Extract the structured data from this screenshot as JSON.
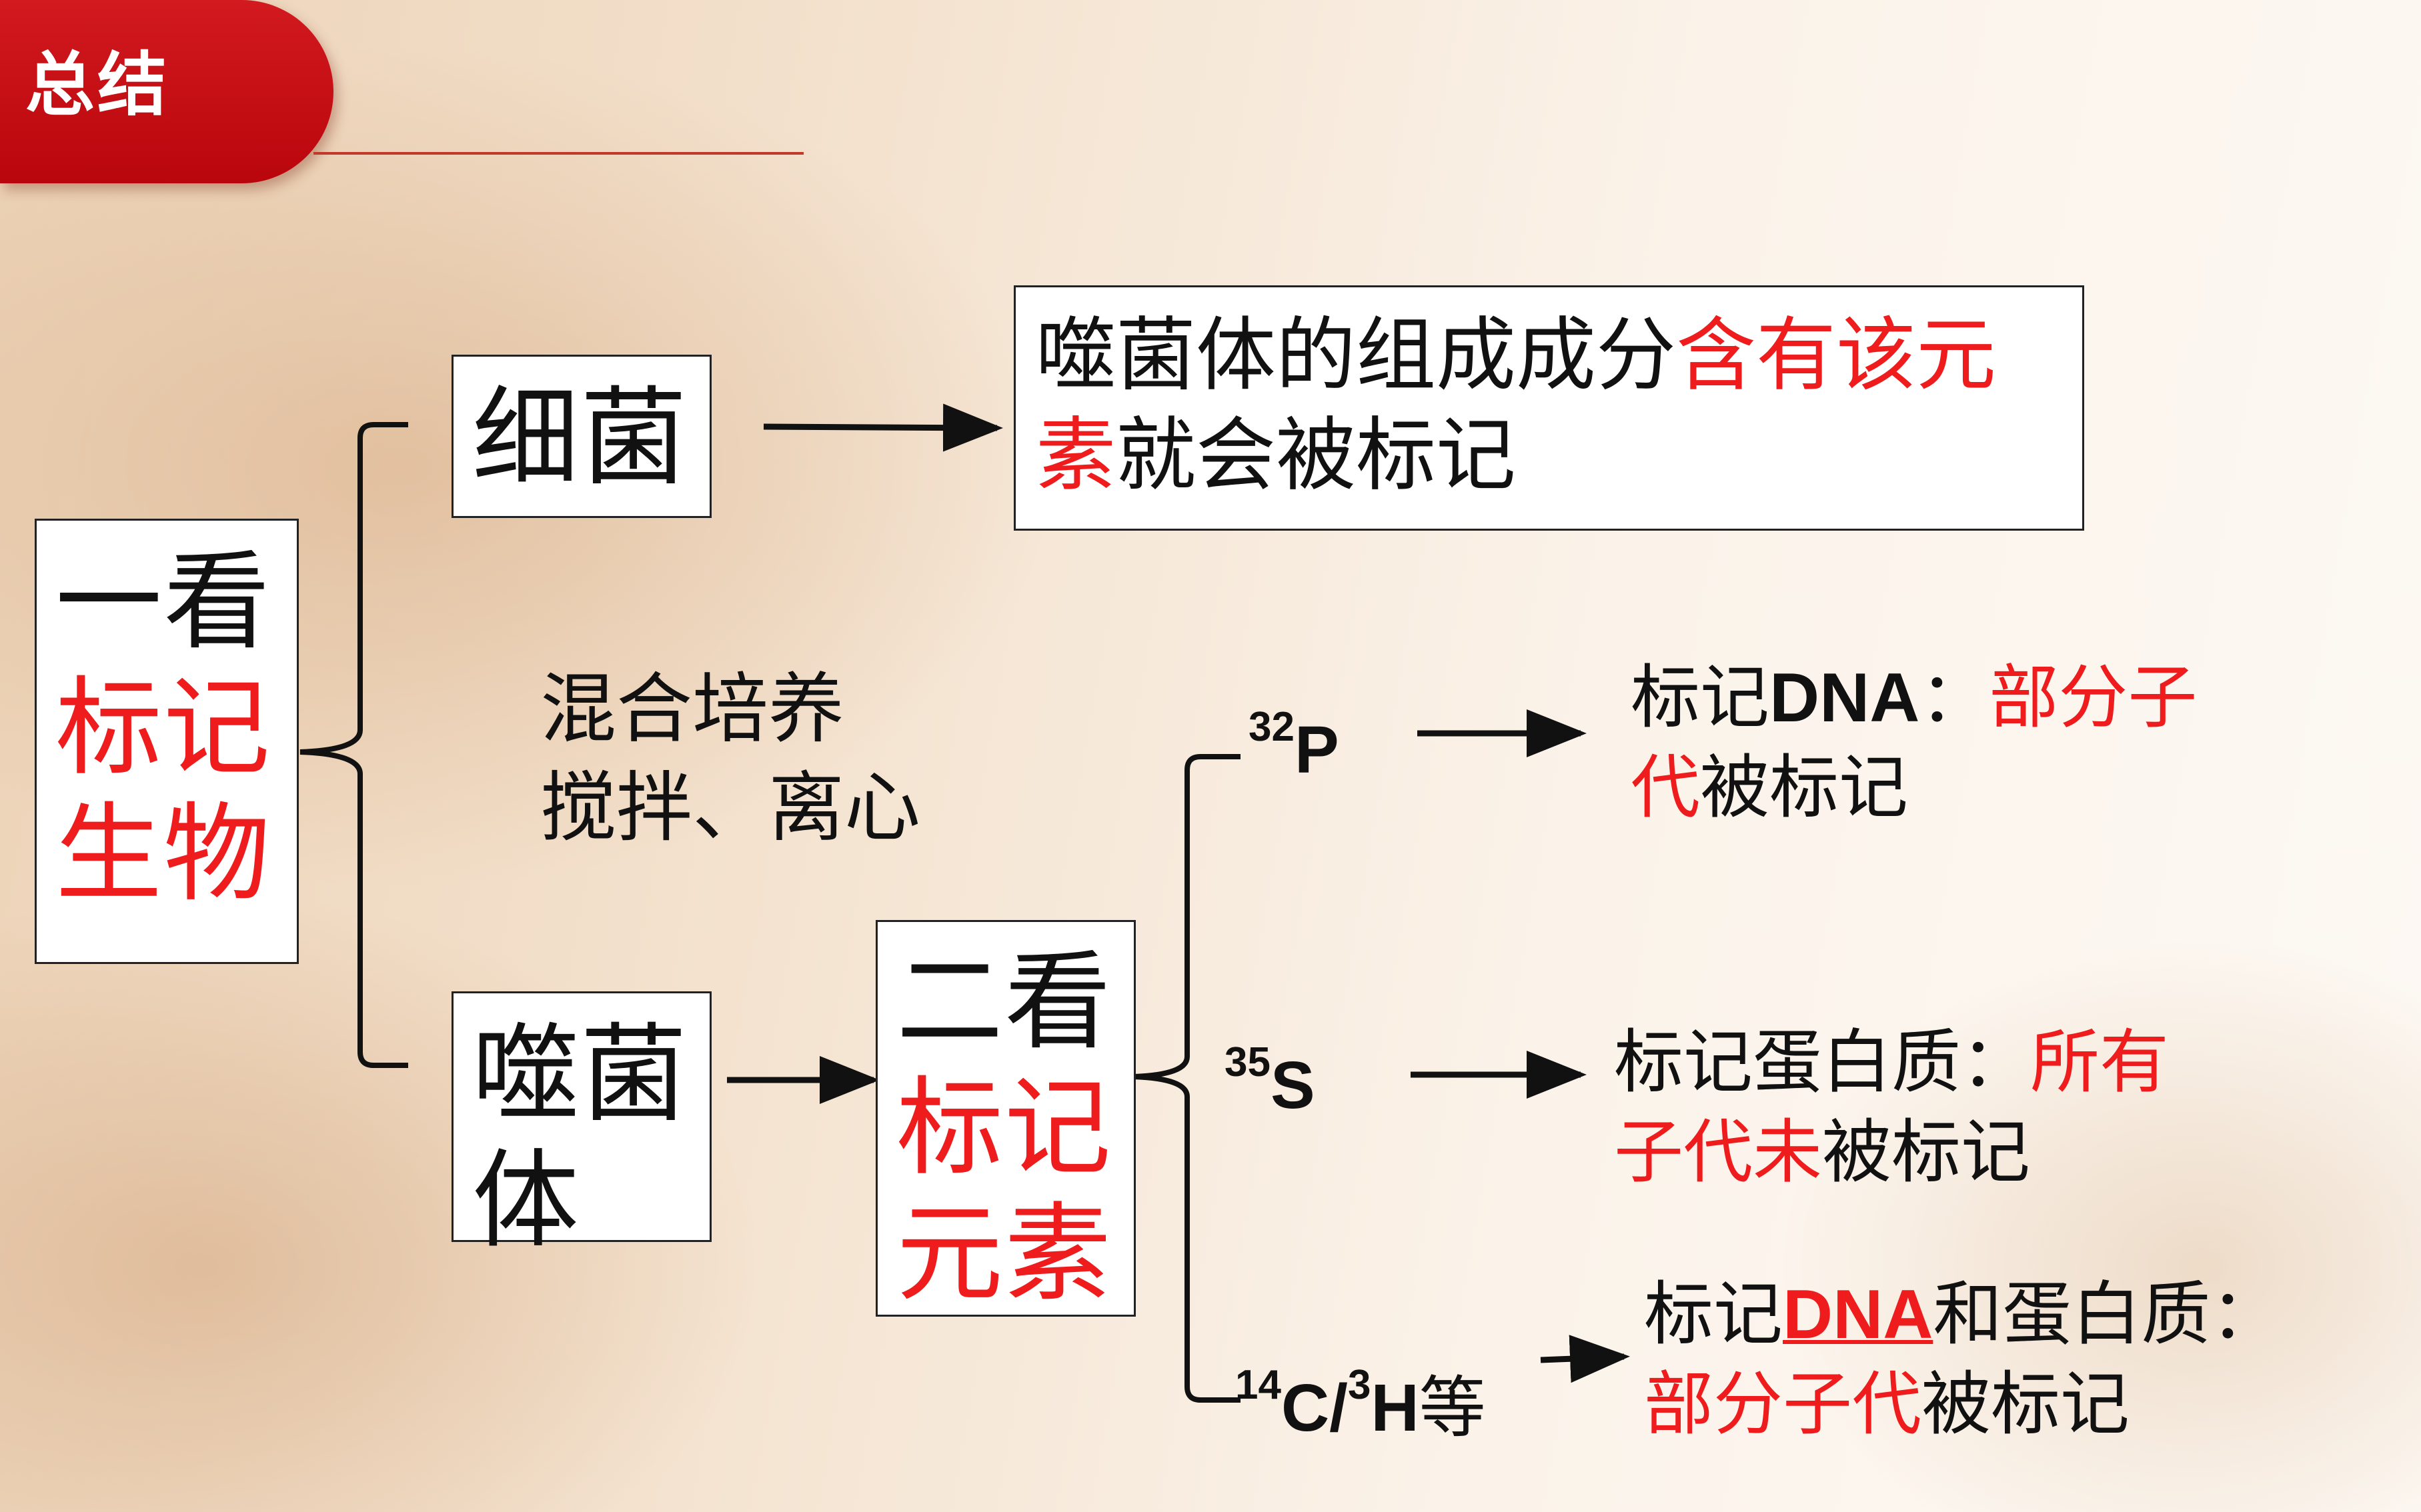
{
  "header": {
    "title": "总结"
  },
  "left": {
    "line1": "一看",
    "line2": "标记",
    "line3": "生物"
  },
  "bacteria": {
    "label": "细菌"
  },
  "phage": {
    "line1": "噬菌",
    "line2": "体"
  },
  "result_bacteria": {
    "part1": "噬菌体的组成成分",
    "part2": "含有该元",
    "part3": "素",
    "part4": "就会被标记"
  },
  "process": {
    "line1": "混合培养",
    "line2": "搅拌、离心"
  },
  "second": {
    "line1": "二看",
    "line2": "标记",
    "line3": "元素"
  },
  "isotopes": {
    "p": {
      "mass": "32",
      "symbol": "P"
    },
    "s": {
      "mass": "35",
      "symbol": "S"
    },
    "ch": {
      "mass1": "14",
      "sym1": "C/",
      "mass2": "3",
      "sym2": "H",
      "suffix": "等"
    }
  },
  "results": {
    "p": {
      "a": "标记",
      "b": "DNA",
      "c": "：",
      "d": "部分子",
      "e": "代",
      "f": "被标记"
    },
    "s": {
      "a": "标记蛋白质：",
      "b": "所有",
      "c": "子代未",
      "d": "被标记"
    },
    "ch": {
      "a": "标记",
      "b": "DNA",
      "c": "和蛋白质：",
      "d": "部分子代",
      "e": "被标记"
    }
  },
  "colors": {
    "accent": "#ee1c1c",
    "tab": "#c8101a"
  }
}
